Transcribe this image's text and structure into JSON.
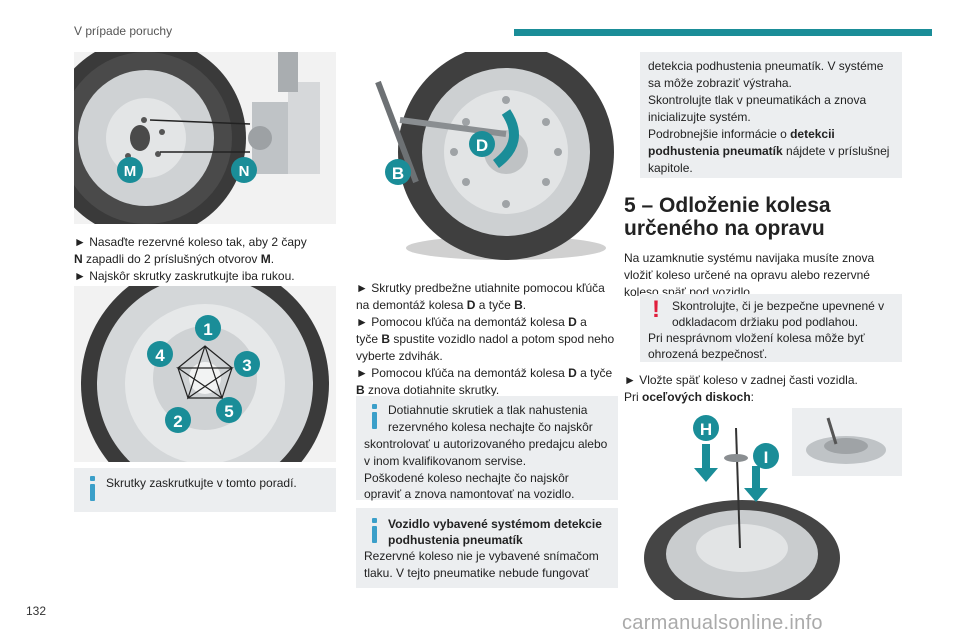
{
  "header": {
    "section": "V prípade poruchy"
  },
  "page_number": "132",
  "watermark": "carmanualsonline.info",
  "images": {
    "wheel_hub": {
      "labels": [
        "M",
        "N"
      ]
    },
    "bolt_order": {
      "labels": [
        "1",
        "2",
        "3",
        "4",
        "5"
      ]
    },
    "wrench": {
      "labels": [
        "B",
        "D"
      ]
    },
    "spare": {
      "labels": [
        "H",
        "I"
      ]
    }
  },
  "col1": {
    "p1_l1": "► Nasaďte rezervné koleso tak, aby 2 čapy",
    "p1_l2a": "N",
    "p1_l2b": " zapadli do 2 príslušných otvorov ",
    "p1_l2c": "M",
    "p1_l2d": ".",
    "p1_l3": "► Najskôr skrutky zaskrutkujte iba rukou.",
    "info": "Skrutky zaskrutkujte v tomto poradí."
  },
  "col2": {
    "p1_l1": "► Skrutky predbežne utiahnite pomocou kľúča",
    "p1_l2a": "na demontáž kolesa ",
    "p1_l2b": "D",
    "p1_l2c": " a tyče ",
    "p1_l2d": "B",
    "p1_l2e": ".",
    "p1_l3a": "► Pomocou kľúča na demontáž kolesa ",
    "p1_l3b": "D",
    "p1_l3c": " a",
    "p1_l4a": "tyče ",
    "p1_l4b": "B",
    "p1_l4c": " spustite vozidlo nadol a potom spod neho",
    "p1_l5": "vyberte zdvihák.",
    "p1_l6a": "► Pomocou kľúča na demontáž kolesa ",
    "p1_l6b": "D",
    "p1_l6c": " a tyče",
    "p1_l7a": "B",
    "p1_l7b": " znova dotiahnite skrutky.",
    "info1": [
      "Dotiahnutie skrutiek a tlak nahustenia",
      "rezervného kolesa nechajte čo najskôr",
      "skontrolovať u autorizovaného predajcu alebo",
      "v inom kvalifikovanom servise.",
      "Poškodené koleso nechajte čo najskôr",
      "opraviť a znova namontovať na vozidlo."
    ],
    "info2_bold": [
      "Vozidlo vybavené systémom detekcie",
      "podhustenia pneumatík"
    ],
    "info2": [
      "Rezervné koleso nie je vybavené snímačom",
      "tlaku. V tejto pneumatike nebude fungovať"
    ]
  },
  "col3": {
    "box_top": [
      "detekcia podhustenia pneumatík. V systéme",
      "sa môže zobraziť výstraha.",
      "Skontrolujte tlak v pneumatikách a znova",
      "inicializujte systém.",
      "Podrobnejšie informácie o "
    ],
    "box_top_bold1": "detekcii",
    "box_top_bold2": "podhustenia pneumatík",
    "box_top_end": " nájdete v príslušnej",
    "box_top_last": "kapitole.",
    "heading_l1": "5 – Odloženie kolesa",
    "heading_l2": "určeného na opravu",
    "para": [
      "Na uzamknutie systému navijaka musíte znova",
      "vložiť koleso určené na opravu alebo rezervné",
      "koleso späť pod vozidlo."
    ],
    "warn": [
      "Skontrolujte, či je bezpečne upevnené v",
      "odkladacom držiaku pod podlahou.",
      "Pri nesprávnom vložení kolesa môže byť",
      "ohrozená bezpečnosť."
    ],
    "p2_l1": "► Vložte späť koleso v zadnej časti vozidla.",
    "p2_l2a": "Pri ",
    "p2_l2b": "oceľových diskoch",
    "p2_l2c": ":"
  }
}
